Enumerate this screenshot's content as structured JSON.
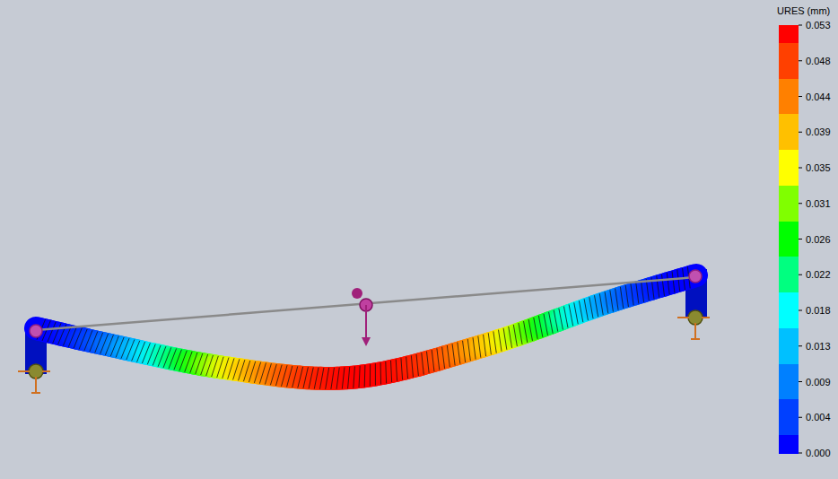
{
  "diagram": {
    "title": "URES (mm)",
    "legend": [
      {
        "text": "0.053",
        "color": "#ff0000"
      },
      {
        "text": "0.048",
        "color": "#ff4000"
      },
      {
        "text": "0.044",
        "color": "#ff8000"
      },
      {
        "text": "0.039",
        "color": "#ffc000"
      },
      {
        "text": "0.035",
        "color": "#ffff00"
      },
      {
        "text": "0.031",
        "color": "#80ff00"
      },
      {
        "text": "0.026",
        "color": "#00ff00"
      },
      {
        "text": "0.022",
        "color": "#00ff80"
      },
      {
        "text": "0.018",
        "color": "#00ffff"
      },
      {
        "text": "0.013",
        "color": "#00c0ff"
      },
      {
        "text": "0.009",
        "color": "#0080ff"
      },
      {
        "text": "0.004",
        "color": "#0040ff"
      },
      {
        "text": "0.000",
        "color": "#0000ff"
      }
    ]
  }
}
